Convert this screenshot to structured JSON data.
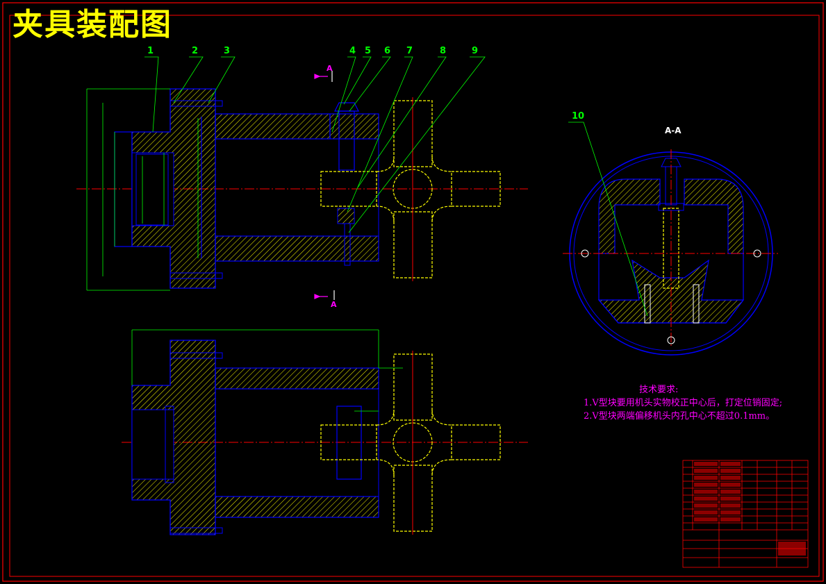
{
  "drawing": {
    "title": "夹具装配图",
    "section_title": "A-A",
    "section_mark_top": "A",
    "section_mark_bottom": "A",
    "part_numbers": [
      "1",
      "2",
      "3",
      "4",
      "5",
      "6",
      "7",
      "8",
      "9",
      "10"
    ],
    "tech_requirements": {
      "heading": "技术要求:",
      "items": [
        "1.V型块要用机头实物校正中心后，打定位销固定;",
        "2.V型块两端偏移机头内孔中心不超过0.1mm。"
      ]
    }
  },
  "colors": {
    "background": "#000000",
    "frame": "#ff0000",
    "outline": "#0000ff",
    "hatch": "#ffff00",
    "leader": "#00ff00",
    "part": "#ffff00",
    "title": "#ffff00",
    "notes": "#ff00ff"
  }
}
